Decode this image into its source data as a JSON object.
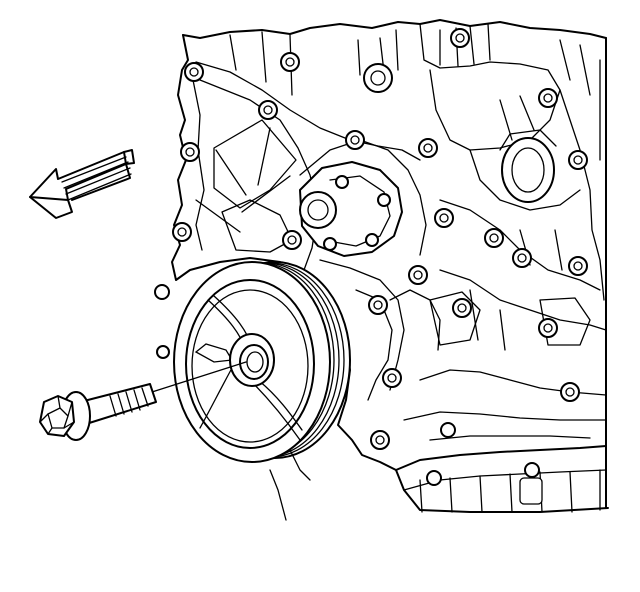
{
  "diagram": {
    "colors": {
      "line": "#000000",
      "background": "#ffffff"
    },
    "components": [
      {
        "name": "engine-block-front",
        "icon": "engine-block-icon"
      },
      {
        "name": "timing-chain-cover",
        "icon": "cover-icon"
      },
      {
        "name": "water-pump",
        "icon": "water-pump-icon"
      },
      {
        "name": "crankshaft-balancer",
        "icon": "balancer-pulley-icon"
      },
      {
        "name": "balancer-bolt",
        "icon": "bolt-icon"
      },
      {
        "name": "oil-pan",
        "icon": "oil-pan-icon"
      },
      {
        "name": "direction-arrow",
        "icon": "arrow-left-icon"
      }
    ]
  }
}
